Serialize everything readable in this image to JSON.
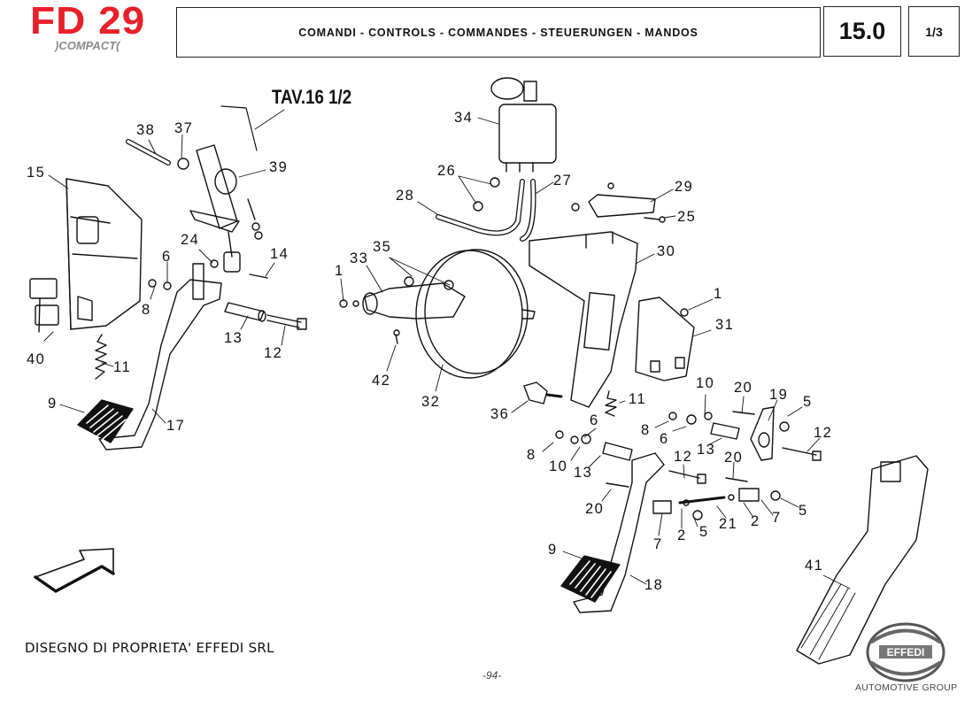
{
  "header": {
    "model": "FD 29",
    "model_subtitle": ")COMPACT(",
    "title": "COMANDI - CONTROLS - COMMANDES - STEUERUNGEN - MANDOS",
    "section": "15.0",
    "page_of": "1/3"
  },
  "brand_colors": {
    "model_red": "#e8202a",
    "logo_gray": "#8a8a8a"
  },
  "reference": "TAV.16 1/2",
  "callouts": [
    {
      "id": "c15",
      "text": "15"
    },
    {
      "id": "c38",
      "text": "38"
    },
    {
      "id": "c37",
      "text": "37"
    },
    {
      "id": "c39",
      "text": "39"
    },
    {
      "id": "c24",
      "text": "24"
    },
    {
      "id": "c6a",
      "text": "6"
    },
    {
      "id": "c14",
      "text": "14"
    },
    {
      "id": "c8a",
      "text": "8"
    },
    {
      "id": "c13a",
      "text": "13"
    },
    {
      "id": "c12a",
      "text": "12"
    },
    {
      "id": "c40",
      "text": "40"
    },
    {
      "id": "c11a",
      "text": "11"
    },
    {
      "id": "c9a",
      "text": "9"
    },
    {
      "id": "c17",
      "text": "17"
    },
    {
      "id": "c34",
      "text": "34"
    },
    {
      "id": "c26",
      "text": "26"
    },
    {
      "id": "c27",
      "text": "27"
    },
    {
      "id": "c28",
      "text": "28"
    },
    {
      "id": "c29",
      "text": "29"
    },
    {
      "id": "c25",
      "text": "25"
    },
    {
      "id": "c30",
      "text": "30"
    },
    {
      "id": "c1a",
      "text": "1"
    },
    {
      "id": "c33",
      "text": "33"
    },
    {
      "id": "c35",
      "text": "35"
    },
    {
      "id": "c1b",
      "text": "1"
    },
    {
      "id": "c31",
      "text": "31"
    },
    {
      "id": "c42",
      "text": "42"
    },
    {
      "id": "c32",
      "text": "32"
    },
    {
      "id": "c36",
      "text": "36"
    },
    {
      "id": "c11b",
      "text": "11"
    },
    {
      "id": "c10a",
      "text": "10"
    },
    {
      "id": "c20a",
      "text": "20"
    },
    {
      "id": "c19",
      "text": "19"
    },
    {
      "id": "c5a",
      "text": "5"
    },
    {
      "id": "c8b",
      "text": "8"
    },
    {
      "id": "c6b",
      "text": "6"
    },
    {
      "id": "c13b",
      "text": "13"
    },
    {
      "id": "c12b",
      "text": "12"
    },
    {
      "id": "c6c",
      "text": "6"
    },
    {
      "id": "c8c",
      "text": "8"
    },
    {
      "id": "c10b",
      "text": "10"
    },
    {
      "id": "c13c",
      "text": "13"
    },
    {
      "id": "c12c",
      "text": "12"
    },
    {
      "id": "c20b",
      "text": "20"
    },
    {
      "id": "c20c",
      "text": "20"
    },
    {
      "id": "c7a",
      "text": "7"
    },
    {
      "id": "c5b",
      "text": "5"
    },
    {
      "id": "c2a",
      "text": "2"
    },
    {
      "id": "c5c",
      "text": "5"
    },
    {
      "id": "c21",
      "text": "21"
    },
    {
      "id": "c2b",
      "text": "2"
    },
    {
      "id": "c7b",
      "text": "7"
    },
    {
      "id": "c9b",
      "text": "9"
    },
    {
      "id": "c18",
      "text": "18"
    },
    {
      "id": "c41",
      "text": "41"
    }
  ],
  "footer": {
    "ownership": "DISEGNO DI PROPRIETA' EFFEDI SRL",
    "page_number": "-94-",
    "brand_logo": "EFFEDI",
    "brand_group": "AUTOMOTIVE GROUP"
  },
  "icons": {
    "direction_arrow": "arrow-up-right-icon"
  }
}
